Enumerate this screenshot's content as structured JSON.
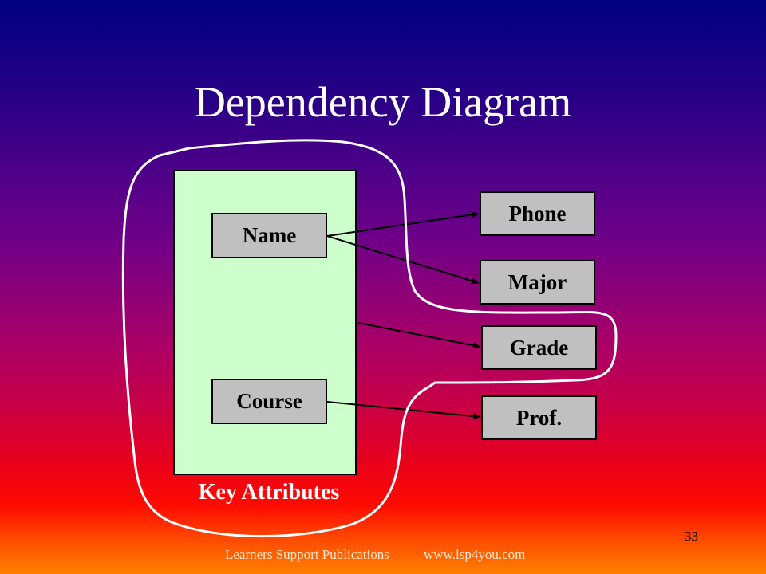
{
  "slide": {
    "title": "Dependency Diagram",
    "page_number": "33",
    "footer": {
      "publisher": "Learners Support Publications",
      "url": "www.lsp4you.com"
    }
  },
  "diagram": {
    "key_group_label": "Key Attributes",
    "key_attributes": [
      {
        "id": "name",
        "label": "Name"
      },
      {
        "id": "course",
        "label": "Course"
      }
    ],
    "dependent_attributes": [
      {
        "id": "phone",
        "label": "Phone"
      },
      {
        "id": "major",
        "label": "Major"
      },
      {
        "id": "grade",
        "label": "Grade"
      },
      {
        "id": "prof",
        "label": "Prof."
      }
    ],
    "dependencies": [
      {
        "from": "name",
        "to": "phone"
      },
      {
        "from": "name",
        "to": "major"
      },
      {
        "from": "key-group",
        "to": "grade"
      },
      {
        "from": "course",
        "to": "prof"
      }
    ],
    "colors": {
      "key_group_fill": "#ccffcc",
      "attribute_fill": "#c0c0c0",
      "highlight_outline": "#ffffff"
    }
  }
}
